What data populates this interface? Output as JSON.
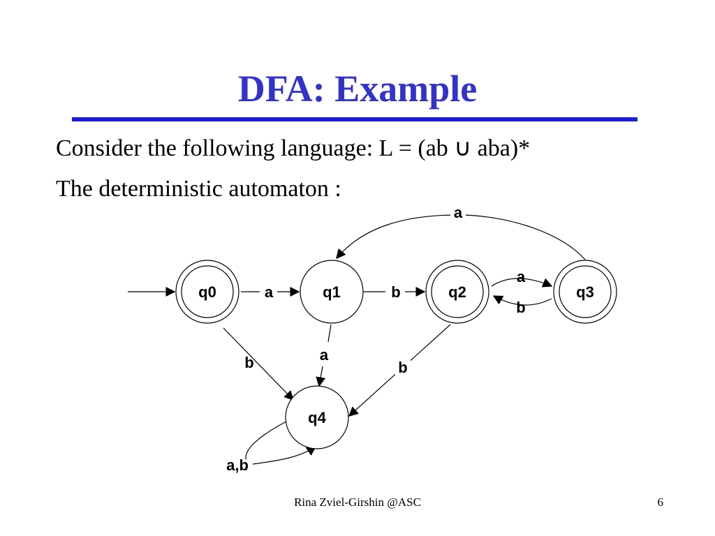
{
  "slide": {
    "title": "DFA: Example",
    "line1": "Consider the following language: L = (ab ∪ aba)*",
    "line2": "The deterministic automaton :",
    "footer": "Rina Zviel-Girshin  @ASC",
    "number": "6"
  },
  "accent_colors": {
    "title": "#3333cc",
    "rule": "#1e1ed6"
  },
  "automaton": {
    "states": [
      {
        "id": "q0",
        "label": "q0",
        "accepting": true,
        "start": true
      },
      {
        "id": "q1",
        "label": "q1",
        "accepting": false
      },
      {
        "id": "q2",
        "label": "q2",
        "accepting": true
      },
      {
        "id": "q3",
        "label": "q3",
        "accepting": true
      },
      {
        "id": "q4",
        "label": "q4",
        "accepting": false
      }
    ],
    "transitions": [
      {
        "from": "q0",
        "to": "q1",
        "label": "a"
      },
      {
        "from": "q1",
        "to": "q2",
        "label": "b"
      },
      {
        "from": "q2",
        "to": "q3",
        "label": "a"
      },
      {
        "from": "q3",
        "to": "q2",
        "label": "b"
      },
      {
        "from": "q3",
        "to": "q1",
        "label": "a"
      },
      {
        "from": "q0",
        "to": "q4",
        "label": "b"
      },
      {
        "from": "q1",
        "to": "q4",
        "label": "a"
      },
      {
        "from": "q2",
        "to": "q4",
        "label": "b"
      },
      {
        "from": "q4",
        "to": "q4",
        "label": "a,b"
      }
    ]
  }
}
